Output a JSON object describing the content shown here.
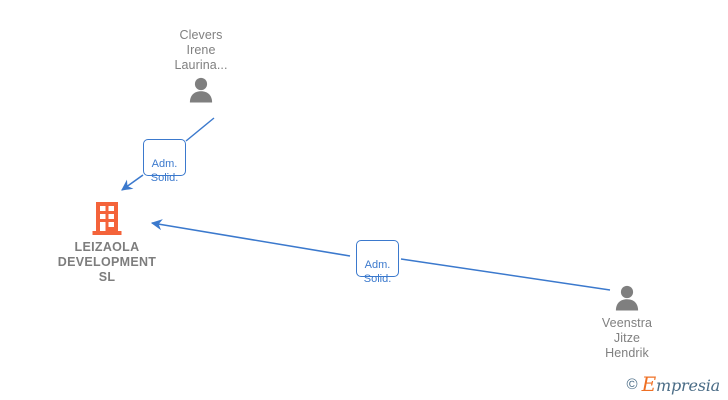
{
  "diagram": {
    "title": "LEIZAOLA DEVELOPMENT SL corporate relations graph",
    "background_color": "#ffffff",
    "edge_color": "#3b79cd",
    "person_color": "#808080",
    "company_color": "#f4633a"
  },
  "company": {
    "name": "LEIZAOLA\nDEVELOPMENT\nSL",
    "icon": "building-icon",
    "color": "#f4633a"
  },
  "people": [
    {
      "id": "person-clevers",
      "name": "Clevers\nIrene\nLaurina...",
      "icon": "person-icon",
      "color": "#808080"
    },
    {
      "id": "person-veenstra",
      "name": "Veenstra\nJitze\nHendrik",
      "icon": "person-icon",
      "color": "#808080"
    }
  ],
  "edges": [
    {
      "id": "edge-clevers",
      "from": "person-clevers",
      "to": "company",
      "label": "Adm.\nSolid.",
      "color": "#3b79cd"
    },
    {
      "id": "edge-veenstra",
      "from": "person-veenstra",
      "to": "company",
      "label": "Adm.\nSolid.",
      "color": "#3b79cd"
    }
  ],
  "watermark": {
    "copyright": "©",
    "cap": "E",
    "rest": "mpresia",
    "full": "© Empresia"
  }
}
